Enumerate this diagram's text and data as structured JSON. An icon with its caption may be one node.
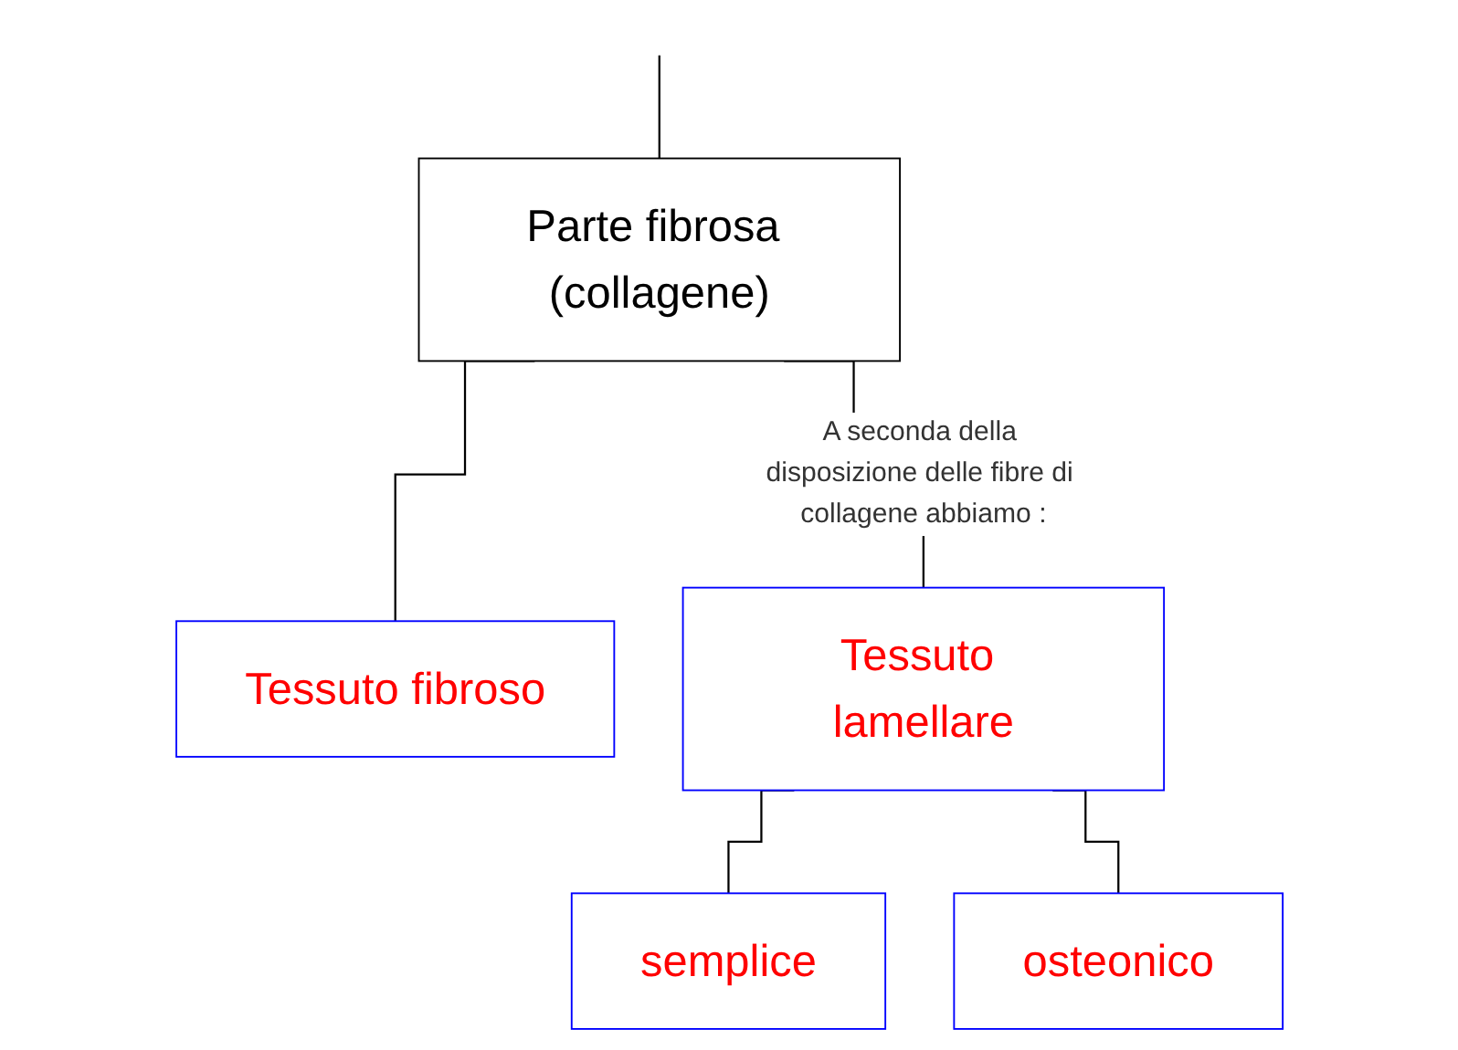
{
  "diagram": {
    "nodes": [
      {
        "text": [
          "Parte fibrosa (collagene)"
        ]
      },
      {
        "text": [
          "Tessuto fibroso"
        ]
      },
      {
        "text": [
          "Tessuto lamellare"
        ]
      },
      {
        "text": [
          "semplice"
        ]
      },
      {
        "text": [
          "osteonico"
        ]
      }
    ],
    "edges": [
      {
        "from": null,
        "to": 0,
        "arrow": "none"
      },
      {
        "from": 0,
        "to": 1,
        "arrow": "none"
      },
      {
        "from": 0,
        "to": 2,
        "label": "A seconda della disposizione delle fibre di collagene abbiamo :",
        "arrow": "none"
      },
      {
        "from": 2,
        "to": 3,
        "arrow": "none"
      },
      {
        "from": 2,
        "to": 4,
        "arrow": "none"
      }
    ]
  }
}
